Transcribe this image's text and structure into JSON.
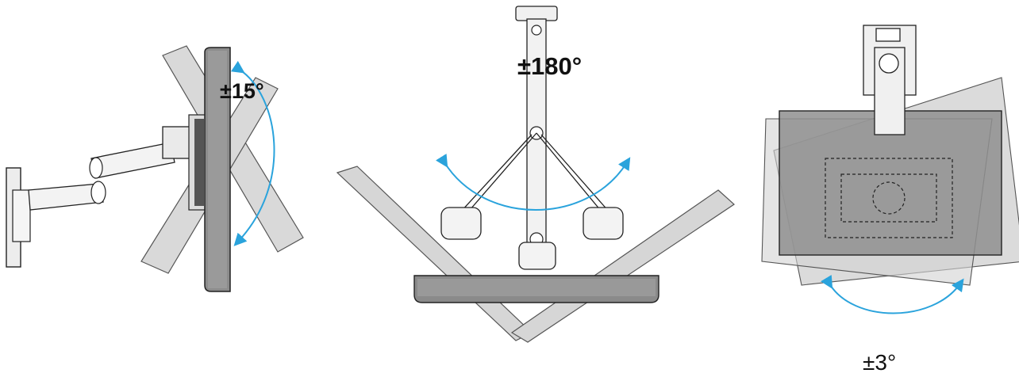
{
  "labels": {
    "tilt": "±15°",
    "swivel": "±180°",
    "rotation": "±3°"
  },
  "colors": {
    "arrow": "#2aa3dc",
    "line": "#222222",
    "panel_ghost": "#c8c8c8",
    "panel_dark": "#8a8a8a"
  }
}
